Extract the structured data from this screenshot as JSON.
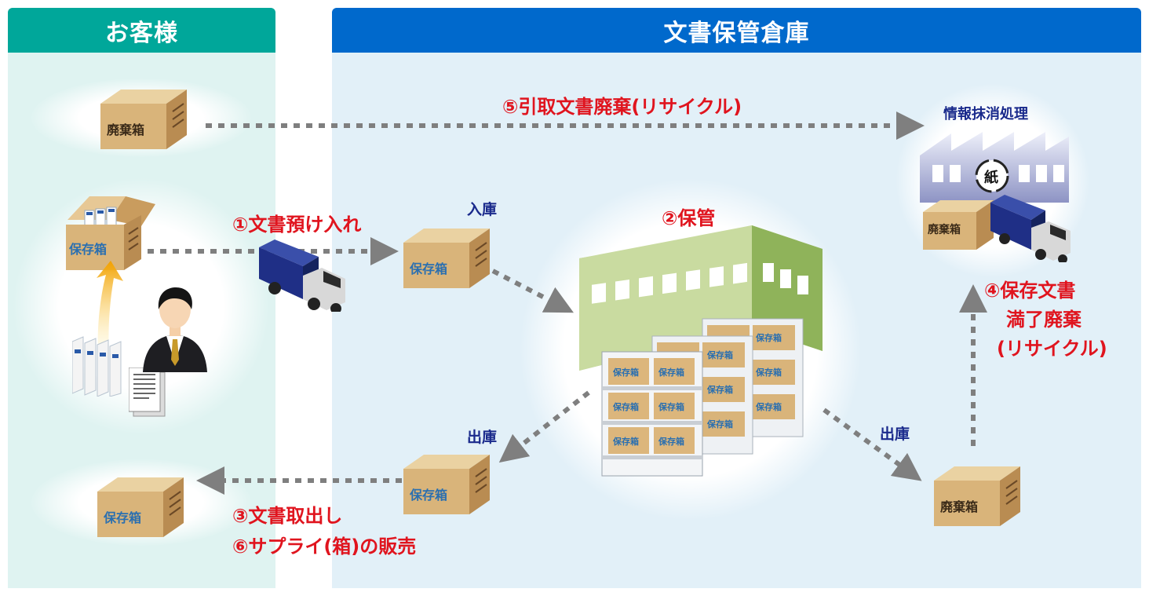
{
  "panels": {
    "customer_title": "お客様",
    "warehouse_title": "文書保管倉庫"
  },
  "steps": {
    "s1": "①文書預け入れ",
    "s2": "②保管",
    "s3": "③文書取出し",
    "s4_line1": "④保存文書",
    "s4_line2": "満了廃棄",
    "s4_line3": "(リサイクル)",
    "s5": "⑤引取文書廃棄(リサイクル)",
    "s6": "⑥サプライ(箱)の販売"
  },
  "tags": {
    "nyuko": "入庫",
    "shukko_left": "出庫",
    "shukko_right": "出庫",
    "erase": "情報抹消処理"
  },
  "boxes": {
    "storage": "保存箱",
    "disposal": "廃棄箱"
  },
  "factory_mark": "紙",
  "colors": {
    "customer_header": "#00a79a",
    "warehouse_header": "#0069cc",
    "step_text": "#e0141e",
    "tag_text": "#1a2a8c"
  }
}
